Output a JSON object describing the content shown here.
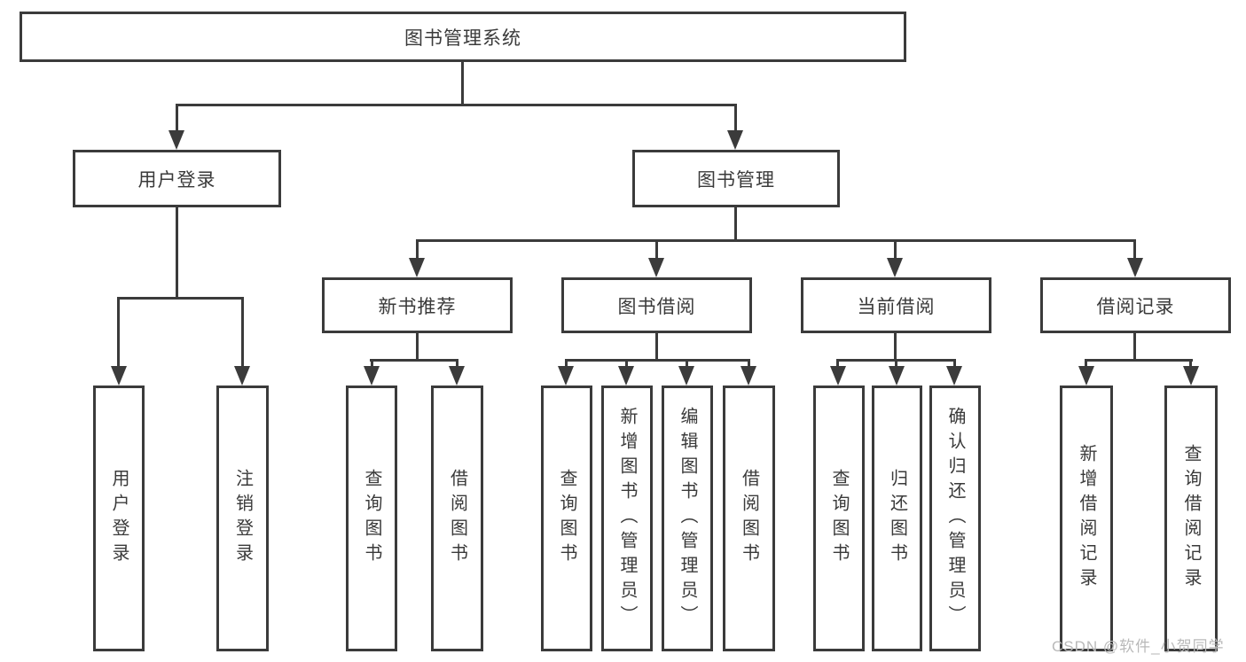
{
  "diagram": {
    "title_node": "system structure chart",
    "root": {
      "label": "图书管理系统"
    },
    "level2": [
      {
        "id": "user-login",
        "label": "用户登录"
      },
      {
        "id": "book-management",
        "label": "图书管理"
      }
    ],
    "level3": [
      {
        "id": "new-book-recommendation",
        "label": "新书推荐"
      },
      {
        "id": "book-borrowing",
        "label": "图书借阅"
      },
      {
        "id": "current-borrowing",
        "label": "当前借阅"
      },
      {
        "id": "borrowing-records",
        "label": "借阅记录"
      }
    ],
    "leaves": {
      "user_login": [
        "用户登录",
        "注销登录"
      ],
      "new_book_recommend": [
        "查询图书",
        "借阅图书"
      ],
      "book_borrow": [
        "查询图书",
        "新增图书（管理员）",
        "编辑图书（管理员）",
        "借阅图书"
      ],
      "current_borrow": [
        "查询图书",
        "归还图书",
        "确认归还（管理员）"
      ],
      "borrow_records": [
        "新增借阅记录",
        "查询借阅记录"
      ]
    }
  },
  "watermark": {
    "text": "CSDN @软件_小贺同学"
  },
  "colors": {
    "line": "#3b3b3b",
    "text": "#3a3a3a",
    "background": "#ffffff",
    "watermark": "#b9b9b9"
  }
}
